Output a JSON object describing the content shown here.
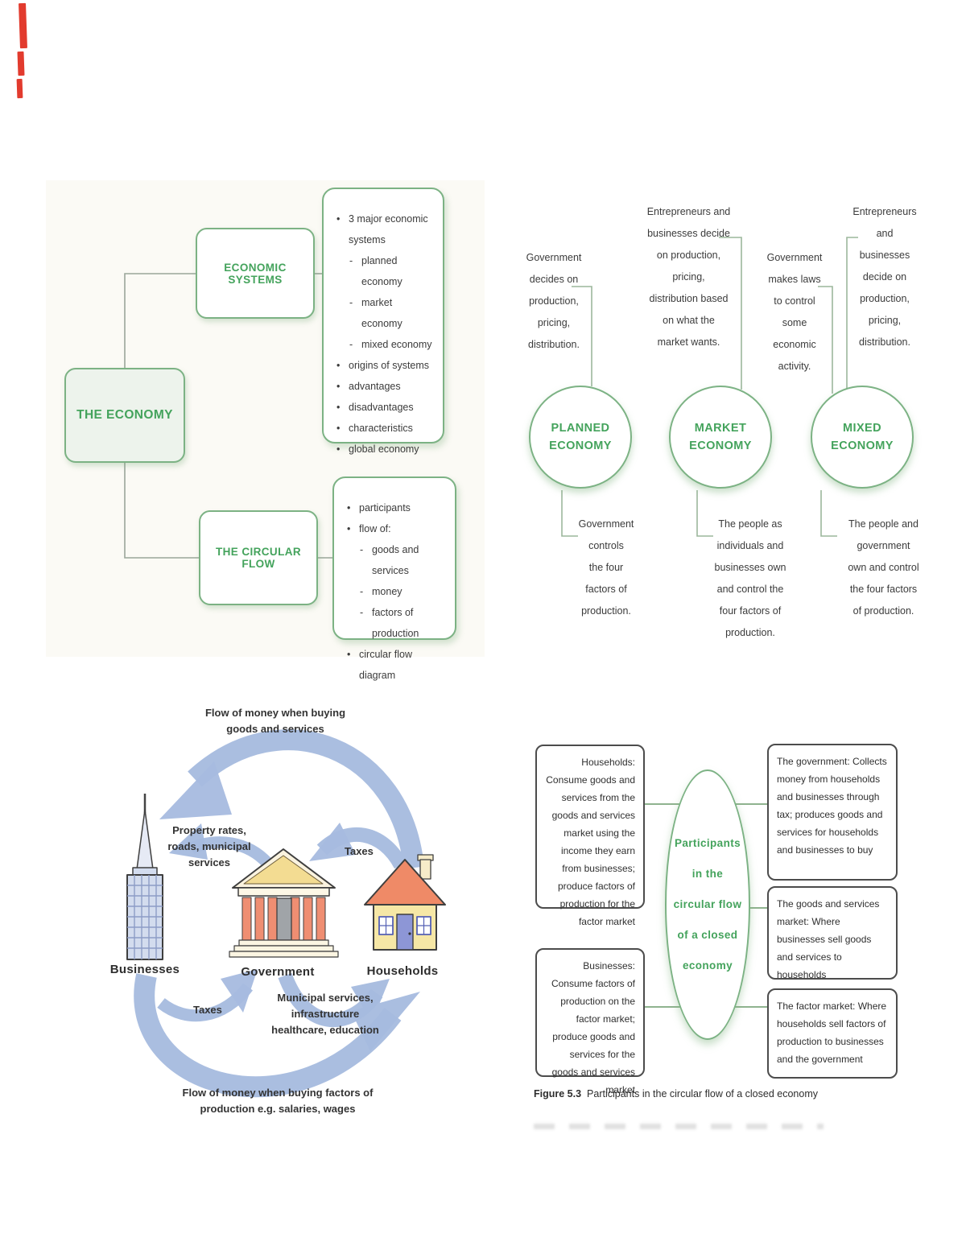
{
  "colors": {
    "green_border": "#7cb284",
    "green_text": "#44a35c",
    "dark_text": "#3b3b3b",
    "arrow_blue": "#a6bbdf",
    "participant_box_border": "#4c4c4c",
    "red_mark": "#e23b2e"
  },
  "mindmap": {
    "root": "THE ECONOMY",
    "branch1": "ECONOMIC SYSTEMS",
    "branch2": "THE CIRCULAR FLOW",
    "box1": {
      "items": [
        {
          "m": "•",
          "t": "3 major economic systems"
        },
        {
          "m": "-",
          "t": "planned economy"
        },
        {
          "m": "-",
          "t": "market economy"
        },
        {
          "m": "-",
          "t": "mixed economy"
        },
        {
          "m": "•",
          "t": "origins of systems"
        },
        {
          "m": "•",
          "t": "advantages"
        },
        {
          "m": "•",
          "t": "disadvantages"
        },
        {
          "m": "•",
          "t": "characteristics"
        },
        {
          "m": "•",
          "t": "global economy"
        }
      ]
    },
    "box2": {
      "items": [
        {
          "m": "•",
          "t": "participants"
        },
        {
          "m": "•",
          "t": "flow of:"
        },
        {
          "m": "-",
          "t": "goods and services"
        },
        {
          "m": "-",
          "t": "money"
        },
        {
          "m": "-",
          "t": "factors of production"
        },
        {
          "m": "•",
          "t": "circular flow diagram"
        }
      ]
    }
  },
  "systems": {
    "planned": {
      "circle": "PLANNED\nECONOMY",
      "top": "Government\ndecides on\nproduction,\npricing,\ndistribution.",
      "bottom": "Government\ncontrols\nthe four\nfactors of\nproduction."
    },
    "market": {
      "circle": "MARKET\nECONOMY",
      "top": "Entrepreneurs and\nbusinesses decide\non production,\npricing,\ndistribution based\non what the\nmarket wants.",
      "bottom": "The people as\nindividuals and\nbusinesses own\nand control the\nfour factors of\nproduction."
    },
    "mixed": {
      "circle": "MIXED\nECONOMY",
      "top_left": "Government\nmakes laws\nto control\nsome\neconomic\nactivity.",
      "top_right": "Entrepreneurs\nand\nbusinesses\ndecide on\nproduction,\npricing,\ndistribution.",
      "bottom": "The people and\ngovernment\nown and control\nthe four factors\nof production."
    }
  },
  "flow": {
    "top_label": "Flow of money when buying\ngoods and services",
    "property_label": "Property rates,\nroads, municipal\nservices",
    "taxes_right": "Taxes",
    "taxes_left": "Taxes",
    "municipal_label": "Municipal services,\ninfrastructure\nhealthcare, education",
    "bottom_label": "Flow of money when buying factors of\nproduction e.g. salaries, wages",
    "businesses": "Businesses",
    "government": "Government",
    "households": "Households"
  },
  "participants": {
    "ellipse": "Participants\nin the\ncircular flow\nof a closed\neconomy",
    "households_box": "Households: Consume goods and services from the goods and services market using the income they earn from businesses; produce factors of production for the factor market",
    "businesses_box": "Businesses: Consume factors of production on the factor market; produce goods and services for the goods and services market",
    "government_box": "The government: Collects money from households and businesses through tax; produces goods and services for households and businesses to buy",
    "goods_box": "The goods and services market: Where businesses sell goods and services to households",
    "factor_box": "The factor market: Where households sell factors of production to businesses and the government",
    "caption_label": "Figure 5.3",
    "caption_text": "Participants in the circular flow of a closed economy"
  }
}
